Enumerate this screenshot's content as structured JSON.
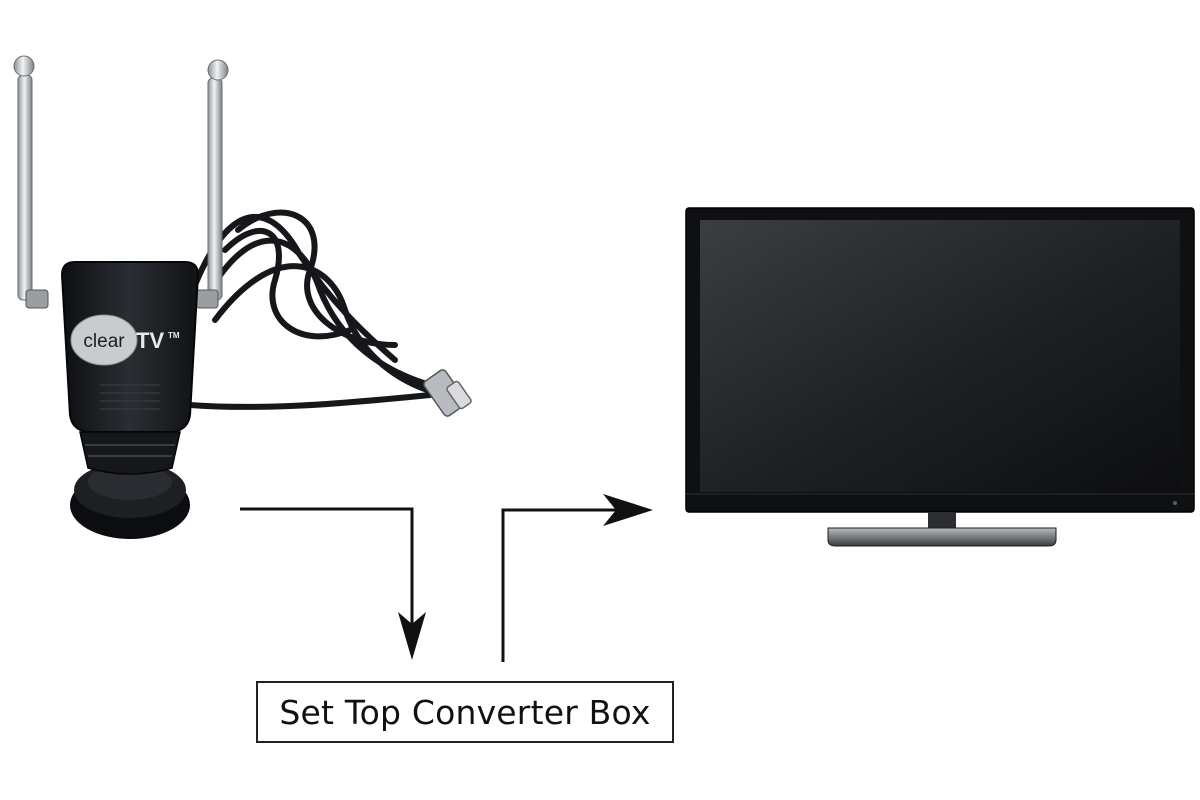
{
  "diagram": {
    "converter_box_label": "Set Top Converter Box",
    "antenna_logo": {
      "word1": "clear",
      "word2": "TV",
      "mark": "TM"
    }
  },
  "colors": {
    "arrow": "#111111",
    "antenna_body": "#1c1e22",
    "tv_bezel": "#111111",
    "tv_screen": "#2a2c30"
  }
}
